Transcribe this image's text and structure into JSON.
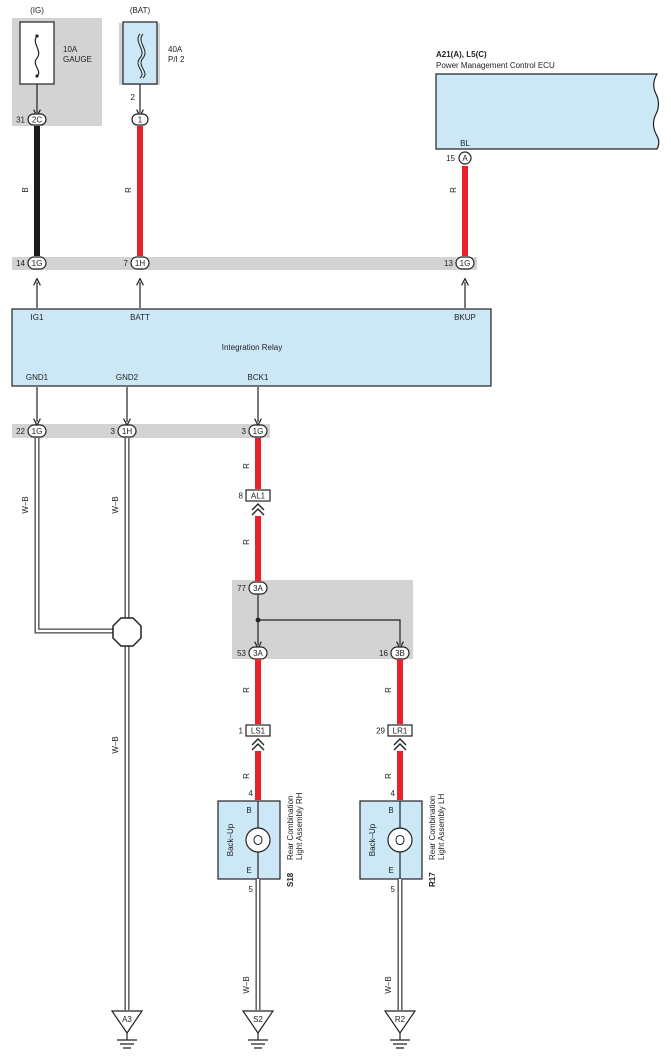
{
  "colors": {
    "red_wire": "#e8222b",
    "black_wire": "#1a1a1a",
    "box_fill": "#cce8f7",
    "junction_gray": "#d3d3d3",
    "line": "#222222"
  },
  "power_sources": {
    "ig": {
      "label": "(IG)",
      "fuse_line1": "10A",
      "fuse_line2": "GAUGE",
      "pin": "31",
      "connector": "2C"
    },
    "bat": {
      "label": "(BAT)",
      "fuse_line1": "40A",
      "fuse_line2": "P/I 2",
      "terminal": "2",
      "pin": "1"
    }
  },
  "ecu": {
    "connector_ids": "A21(A), L5(C)",
    "name": "Power Management Control ECU",
    "terminal": "BL",
    "pin": "15",
    "connector": "A"
  },
  "wire_colors": {
    "ig_wire": "B",
    "bat_wire": "R",
    "ecu_wire": "R",
    "ground_wire": "W–B",
    "red": "R"
  },
  "junction_top": [
    {
      "pin": "14",
      "connector": "1G"
    },
    {
      "pin": "7",
      "connector": "1H"
    },
    {
      "pin": "13",
      "connector": "1G"
    }
  ],
  "relay": {
    "name": "Integration Relay",
    "terminals_top": [
      "IG1",
      "BATT",
      "BKUP"
    ],
    "terminals_bottom": [
      "GND1",
      "GND2",
      "BCK1"
    ]
  },
  "junction_bottom": [
    {
      "pin": "22",
      "connector": "1G"
    },
    {
      "pin": "3",
      "connector": "1H"
    },
    {
      "pin": "3",
      "connector": "1G"
    }
  ],
  "connector_al1": {
    "pin": "8",
    "label": "AL1"
  },
  "junction_3": {
    "in": {
      "pin": "77",
      "connector": "3A"
    },
    "out_left": {
      "pin": "53",
      "connector": "3A"
    },
    "out_right": {
      "pin": "16",
      "connector": "3B"
    }
  },
  "connector_ls1": {
    "pin": "1",
    "label": "LS1"
  },
  "connector_lr1": {
    "pin": "29",
    "label": "LR1"
  },
  "lamp_rh": {
    "id": "S18",
    "name_line1": "Rear Combination",
    "name_line2": "Light Assembly RH",
    "bulb": "Back–Up",
    "term_b": "B",
    "term_e": "E",
    "pin_top": "4",
    "pin_bottom": "5"
  },
  "lamp_lh": {
    "id": "R17",
    "name_line1": "Rear Combination",
    "name_line2": "Light Assembly LH",
    "bulb": "Back–Up",
    "term_b": "B",
    "term_e": "E",
    "pin_top": "4",
    "pin_bottom": "5"
  },
  "grounds": [
    "A3",
    "S2",
    "R2"
  ]
}
